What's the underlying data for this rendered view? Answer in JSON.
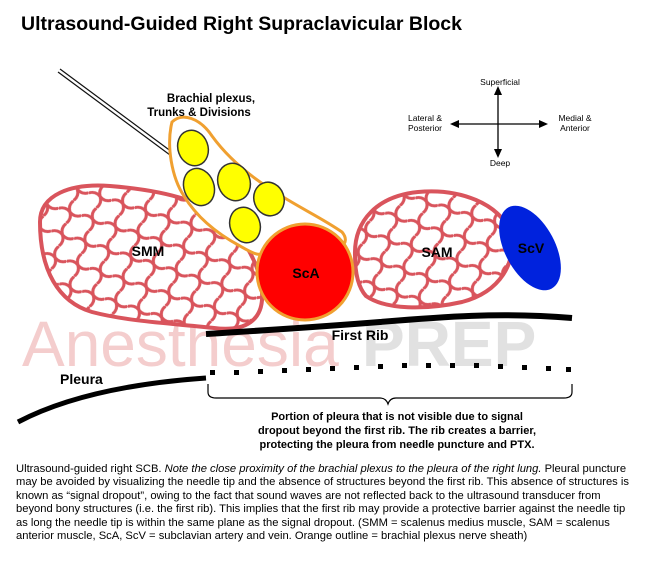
{
  "title": "Ultrasound-Guided Right Supraclavicular Block",
  "watermark": {
    "part1": "Anesthesia",
    "part2": "PREP"
  },
  "labels": {
    "plexus_line1": "Brachial plexus,",
    "plexus_line2": "Trunks & Divisions",
    "smm": "SMM",
    "sca": "ScA",
    "sam": "SAM",
    "scv": "ScV",
    "first_rib": "First Rib",
    "pleura": "Pleura"
  },
  "compass": {
    "up": "Superficial",
    "down": "Deep",
    "left_line1": "Lateral &",
    "left_line2": "Posterior",
    "right_line1": "Medial &",
    "right_line2": "Anterior"
  },
  "dropout_note": {
    "line1": "Portion of pleura that is not visible due to signal",
    "line2": "dropout beyond the first rib.  The rib creates a barrier,",
    "line3": "protecting the pleura from needle puncture and PTX."
  },
  "caption": {
    "lead": "Ultrasound-guided right SCB. ",
    "italic": "Note the close proximity of the brachial plexus to the pleura of the right lung.",
    "body": "  Pleural puncture may be avoided by visualizing the needle tip and the absence of structures beyond the first rib.  This absence of structures is known as “signal dropout”, owing to the fact that sound waves are not reflected back to the ultrasound transducer from beyond bony structures (i.e. the first rib).  This implies that the first rib may provide a protective barrier against the needle tip as long the needle tip is within the same plane as the signal dropout.  (SMM = scalenus medius muscle, SAM = scalenus anterior muscle, ScA, ScV = subclavian artery and vein.  Orange outline = brachial plexus nerve sheath)"
  },
  "colors": {
    "muscle": "#d9545c",
    "artery": "#ff0000",
    "vein": "#0022dd",
    "nerve": "#ffff00",
    "sheath": "#f0a030",
    "watermark": "#f3c8c8",
    "watermark_prep": "#dedede"
  }
}
